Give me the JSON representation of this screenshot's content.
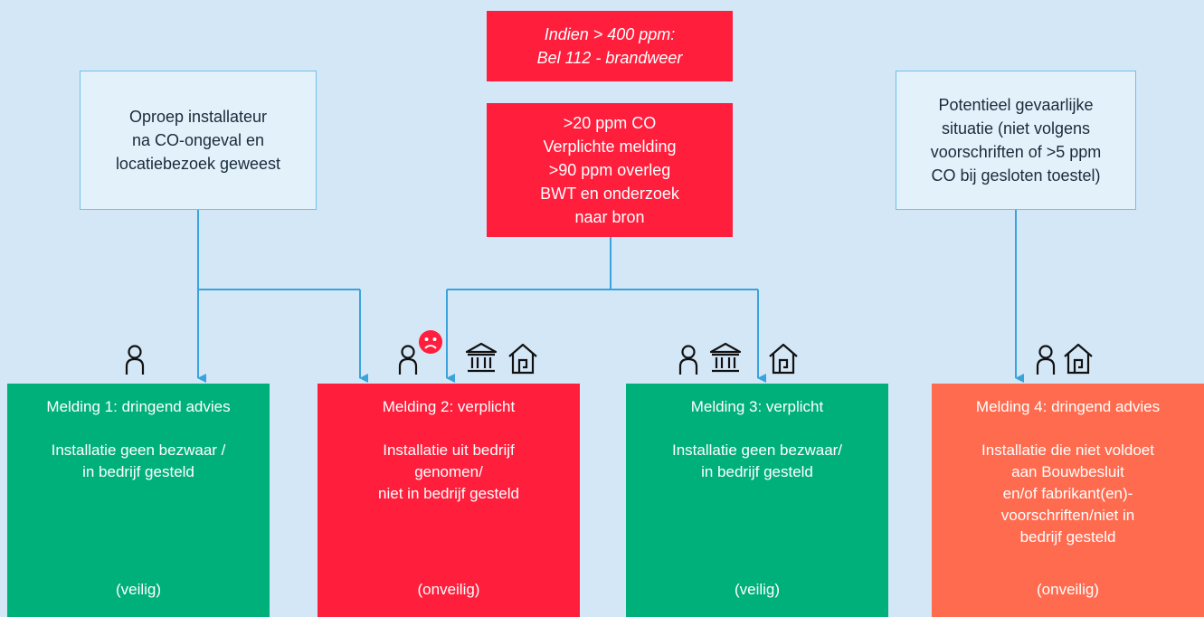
{
  "top_box": {
    "lines": [
      "Indien > 400 ppm:",
      "Bel 112 - brandweer"
    ]
  },
  "left_box": {
    "lines": [
      "Oproep installateur",
      "na CO-ongeval en",
      "locatiebezoek geweest"
    ]
  },
  "center_box": {
    "lines": [
      ">20 ppm CO",
      "Verplichte melding",
      ">90 ppm overleg",
      "BWT en onderzoek",
      "naar bron"
    ]
  },
  "right_box": {
    "lines": [
      "Potentieel gevaarlijke",
      "situatie (niet volgens",
      "voorschriften of >5 ppm",
      "CO bij gesloten toestel)"
    ]
  },
  "meldingen": [
    {
      "title": "Melding 1: dringend advies",
      "body": "Installatie geen bezwaar /\nin bedrijf gesteld",
      "foot": "(veilig)",
      "color": "#00b07a"
    },
    {
      "title": "Melding 2: verplicht",
      "body": "Installatie uit bedrijf\ngenomen/\nniet in bedrijf gesteld",
      "foot": "(onveilig)",
      "color": "#ff1e3c"
    },
    {
      "title": "Melding 3: verplicht",
      "body": "Installatie geen bezwaar/\nin bedrijf gesteld",
      "foot": "(veilig)",
      "color": "#00b07a"
    },
    {
      "title": "Melding 4: dringend advies",
      "body": "Installatie die niet voldoet\naan Bouwbesluit\nen/of fabrikant(en)-\nvoorschriften/niet in\nbedrijf gesteld",
      "foot": "(onveilig)",
      "color": "#ff6b4e"
    }
  ],
  "colors": {
    "background": "#d4e7f7",
    "connector": "#3aa3dc",
    "red": "#ff1e3c",
    "green": "#00b07a",
    "orange": "#ff6b4e"
  },
  "icons": [
    "person-icon",
    "sad-face-icon",
    "government-building-icon",
    "house-icon"
  ]
}
